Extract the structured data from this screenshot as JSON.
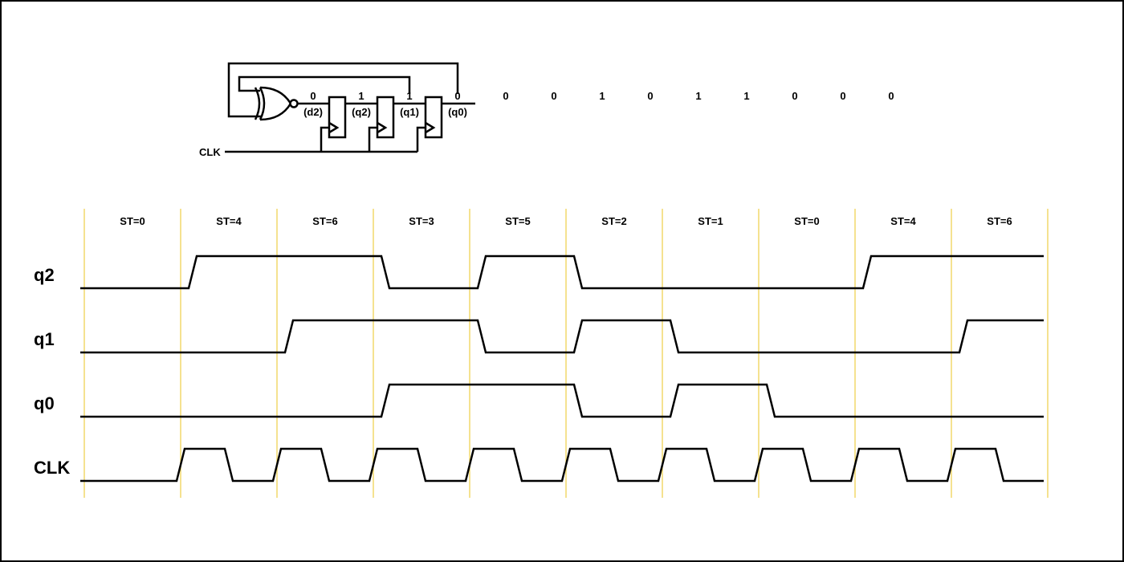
{
  "circuit": {
    "clk_label": "CLK",
    "bits_above": [
      "0",
      "1",
      "1",
      "0"
    ],
    "reg_labels": [
      "(d2)",
      "(q2)",
      "(q1)",
      "(q0)"
    ],
    "output_stream": [
      "0",
      "0",
      "1",
      "0",
      "1",
      "1",
      "0",
      "0",
      "0"
    ]
  },
  "timing": {
    "states": [
      "ST=0",
      "ST=4",
      "ST=6",
      "ST=3",
      "ST=5",
      "ST=2",
      "ST=1",
      "ST=0",
      "ST=4",
      "ST=6"
    ],
    "signals": [
      {
        "name": "q2",
        "levels": [
          0,
          1,
          1,
          0,
          1,
          0,
          0,
          0,
          1,
          1
        ]
      },
      {
        "name": "q1",
        "levels": [
          0,
          0,
          1,
          1,
          0,
          1,
          0,
          0,
          0,
          1
        ]
      },
      {
        "name": "q0",
        "levels": [
          0,
          0,
          0,
          1,
          1,
          0,
          1,
          0,
          0,
          0
        ]
      },
      {
        "name": "CLK",
        "clock": true
      }
    ]
  },
  "colors": {
    "gridline": "#f2d86b",
    "wave": "#000000",
    "background": "#ffffff"
  }
}
